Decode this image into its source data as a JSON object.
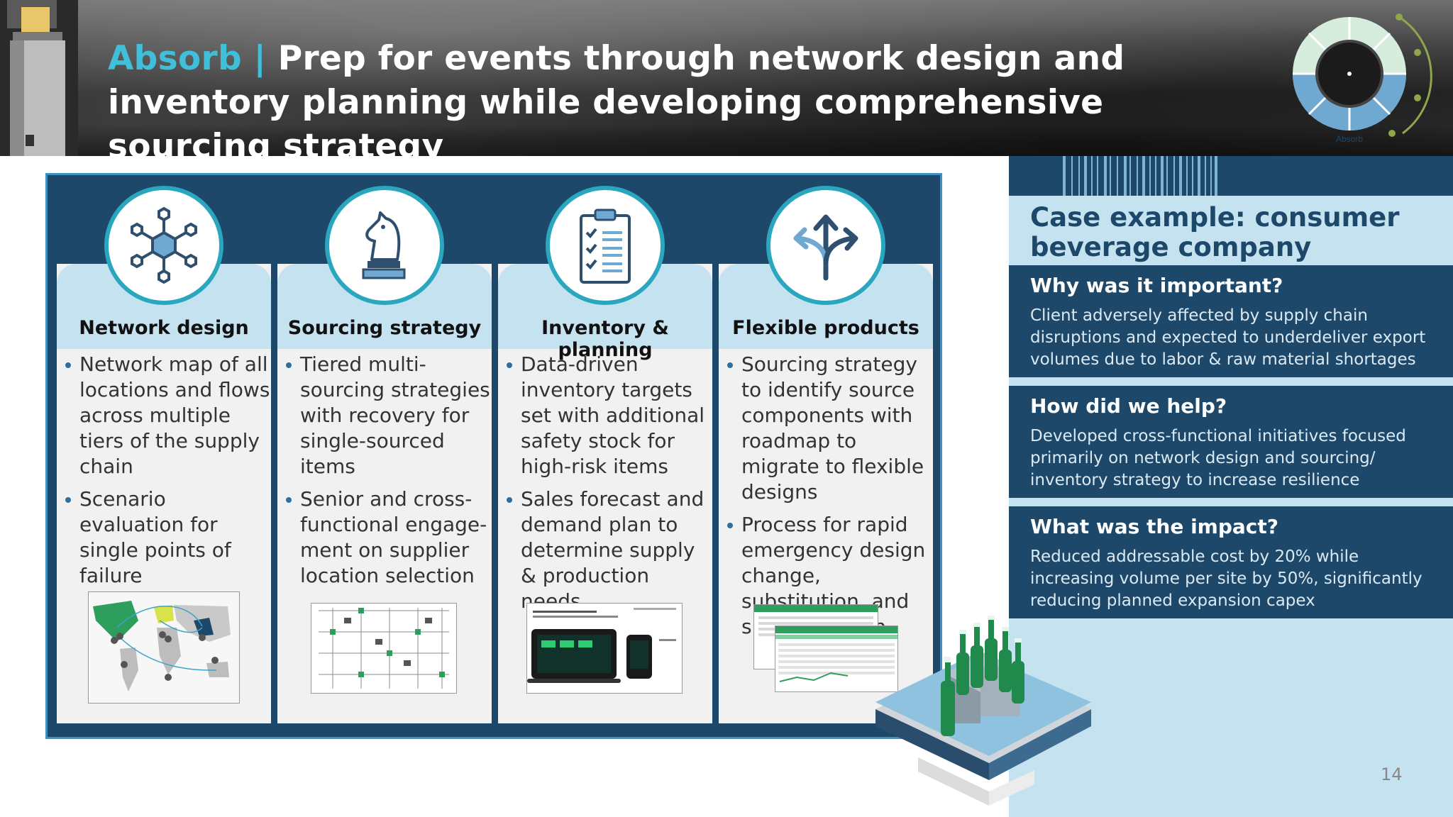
{
  "header": {
    "title_accent": "Absorb",
    "title_separator": " | ",
    "title_rest": "Prep for events through network design and inventory planning while developing comprehensive sourcing strategy",
    "dial_label": "Absorb"
  },
  "columns": [
    {
      "title": "Network design",
      "icon": "network-hexagon-icon",
      "bullets": [
        "Network map of all locations and flows across multiple tiers of the supply chain",
        "Scenario evaluation for single points of failure"
      ]
    },
    {
      "title": "Sourcing strategy",
      "icon": "chess-knight-icon",
      "bullets": [
        "Tiered multi-sourcing strategies with recovery for single-sourced items",
        "Senior and cross-functional engage-ment on supplier location selection"
      ]
    },
    {
      "title": "Inventory & planning",
      "icon": "clipboard-checklist-icon",
      "bullets": [
        "Data-driven inventory targets set with additional safety stock for high-risk items",
        "Sales forecast and demand plan to determine supply & production needs"
      ]
    },
    {
      "title": "Flexible products",
      "icon": "diverging-arrows-icon",
      "bullets": [
        "Sourcing strategy to identify source components with roadmap to migrate to flexible designs",
        "Process for rapid emergency design change, substitution, and spec deviation"
      ]
    }
  ],
  "case": {
    "title": "Case example: consumer beverage company",
    "sections": [
      {
        "q": "Why was it important?",
        "a": "Client adversely affected by supply chain disruptions and expected to underdeliver export volumes due to labor & raw material shortages"
      },
      {
        "q": "How did we help?",
        "a": "Developed cross-functional initiatives focused primarily on network design and sourcing/ inventory strategy to increase resilience"
      },
      {
        "q": "What was the impact?",
        "a": "Reduced addressable cost by 20% while increasing volume per site by 50%, significantly reducing planned expansion capex"
      }
    ]
  },
  "page_number": "14",
  "colors": {
    "accent": "#3fbfd9",
    "navy": "#1d4869",
    "light_blue": "#c5e2f0",
    "teal_ring": "#2aa6bf",
    "bottle_green": "#1f8a4c"
  }
}
